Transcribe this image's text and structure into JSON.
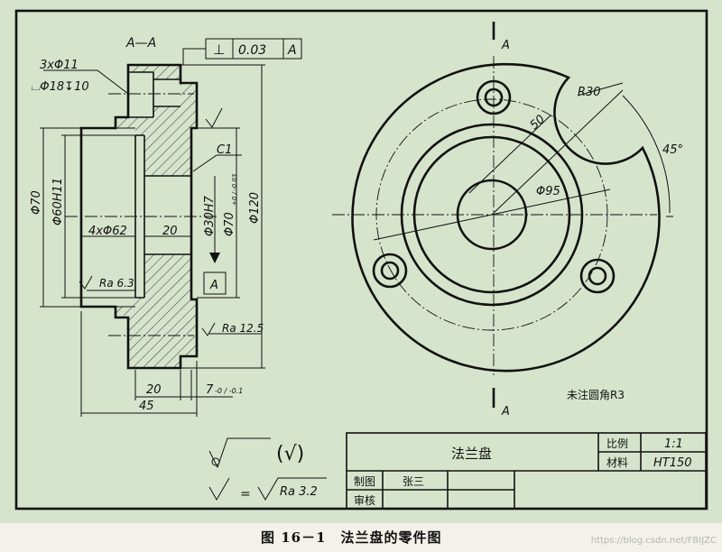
{
  "section_label": "A—A",
  "geometric_tolerance": {
    "symbol": "⊥",
    "value": "0.03",
    "datum": "A"
  },
  "datum_label": "A",
  "section_view": {
    "hole_note_count": "3xΦ11",
    "hole_note_cbore": "⌴Φ18↧10",
    "chamfer": "C1",
    "outer_dia": "Φ70",
    "bore_dia": "Φ60H11",
    "recess_note": "4xΦ62",
    "recess_depth": "20",
    "small_bore": "Φ30H7",
    "small_bore_2": "Φ70",
    "small_bore_2_tol": "+0 / -0.03",
    "flange_dia": "Φ120",
    "roughness_inner": "Ra 6.3",
    "roughness_face": "Ra 12.5",
    "len_20": "20",
    "len_45": "45",
    "len_7": "7",
    "len_7_tol": "-0 / -0.1"
  },
  "front_view": {
    "cut_label_top": "A",
    "cut_label_bottom": "A",
    "radius_cutout": "R30",
    "radius_50": "50",
    "pcd": "Φ95",
    "angle": "45°",
    "fillet_note": "未注圆角R3"
  },
  "roughness_legend": {
    "other_label": "(√)",
    "equals_label": "=",
    "ra_value": "Ra 3.2"
  },
  "title_block": {
    "part_name": "法兰盘",
    "scale_label": "比例",
    "scale_value": "1:1",
    "material_label": "材料",
    "material_value": "HT150",
    "drawn_label": "制图",
    "drawn_value": "张三",
    "checked_label": "审核"
  },
  "caption": "图 16－1　法兰盘的零件图",
  "watermark": "https://blog.csdn.net/FBIJZC",
  "colors": {
    "paper": "#d6e4cb",
    "ink": "#111111",
    "caption_bg": "#f3f1ea"
  }
}
